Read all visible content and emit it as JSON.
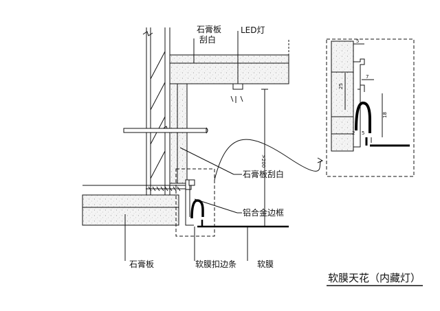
{
  "title": "软膜天花（内藏灯）",
  "labels": {
    "gypsum_scrape_top_line1": "石膏板",
    "gypsum_scrape_top_line2": "刮白",
    "led_light": "LED灯",
    "gypsum_scrape_right": "石膏板刮白",
    "aluminum_frame": "铝合金边框",
    "gypsum_board": "石膏板",
    "membrane_clip_strip": "软膜扣边条",
    "soft_membrane": "软膜"
  },
  "dimensions": {
    "spacing": ">200",
    "d_top": "5",
    "d_mid": "7",
    "d_left_height": "25",
    "d_right_height": "18",
    "d_bottom_left": "2",
    "d_bottom_right": "5"
  },
  "colors": {
    "line": "#111111",
    "board_fill": "#f4f4f4",
    "membrane": "#000000"
  }
}
